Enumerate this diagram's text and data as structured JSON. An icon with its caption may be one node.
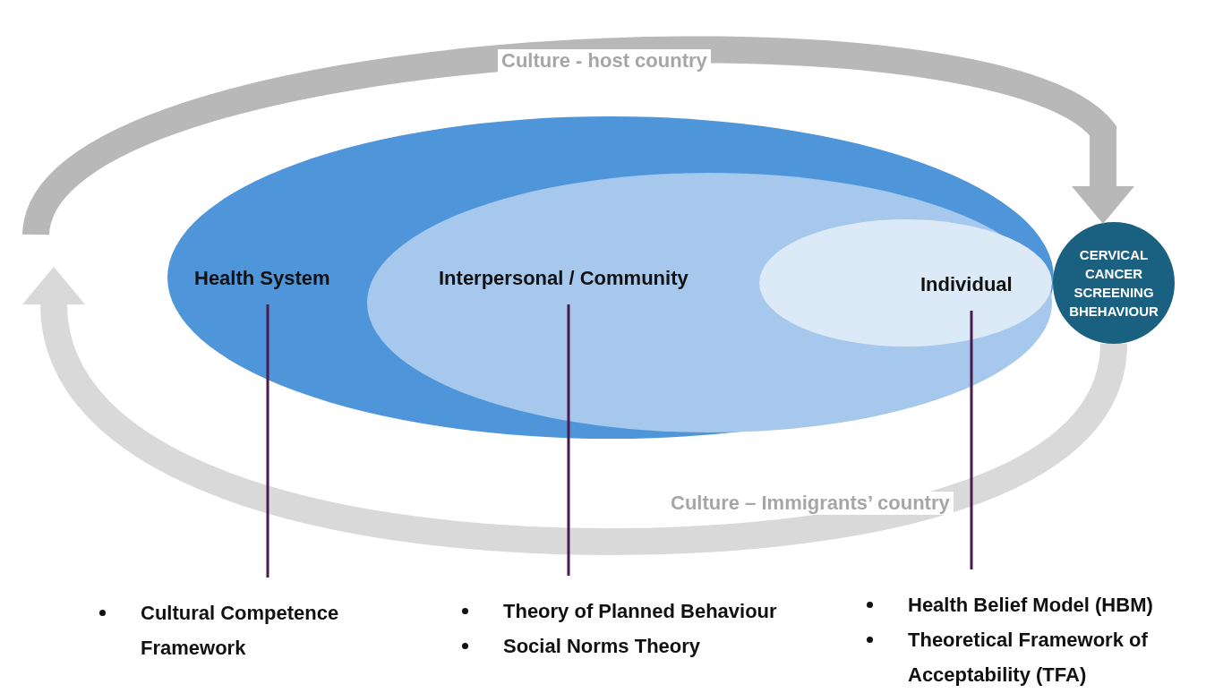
{
  "diagram": {
    "nodes": [
      {
        "text": [
          "Health System"
        ]
      },
      {
        "text": [
          "Interpersonal / Community"
        ],
        "in": 0
      },
      {
        "text": [
          "Individual"
        ],
        "in": 1
      },
      {
        "text": [
          "CERVICAL CANCER SCREENING BHEHAVIOUR"
        ]
      },
      {
        "text": [
          "Cultural Competence Framework"
        ]
      },
      {
        "text": [
          "Theory of Planned Behaviour",
          "Social Norms Theory"
        ]
      },
      {
        "text": [
          "Health Belief Model (HBM)",
          "Theoretical Framework of Acceptability (TFA)"
        ]
      }
    ],
    "edges": [
      {
        "from": null,
        "to": 3,
        "arrow": "to",
        "label": "Culture - host country",
        "style": "thick",
        "color": "#b8b8b8"
      },
      {
        "from": 3,
        "to": null,
        "arrow": "to",
        "label": "Culture – Immigrants’ country",
        "style": "thick",
        "color": "#d9d9d9"
      },
      {
        "from": 0,
        "to": 4,
        "arrow": "none"
      },
      {
        "from": 1,
        "to": 5,
        "arrow": "none"
      },
      {
        "from": 2,
        "to": 6,
        "arrow": "none"
      }
    ]
  }
}
